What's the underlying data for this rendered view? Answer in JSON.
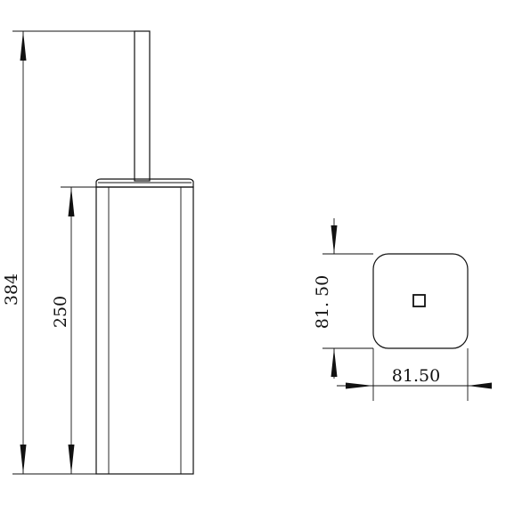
{
  "dimensions": {
    "total_height": "384",
    "holder_height": "250",
    "top_width": "81.50",
    "top_depth": "81. 50"
  }
}
